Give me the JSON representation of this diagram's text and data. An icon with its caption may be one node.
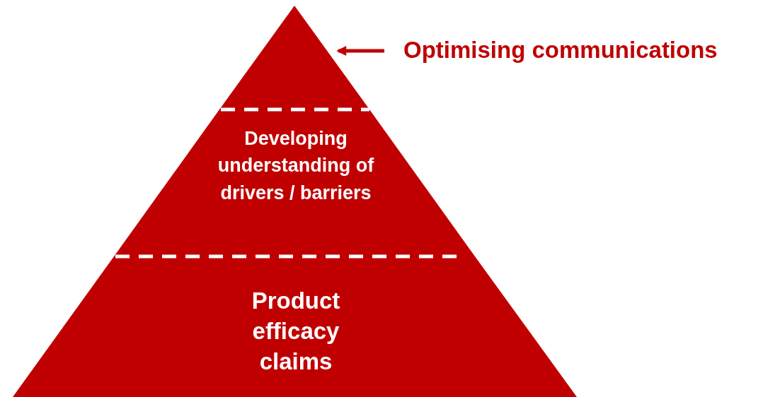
{
  "diagram": {
    "nodes": [
      {
        "text": [],
        "shape": "triangle"
      },
      {
        "text": [
          "Optimising communications"
        ]
      },
      {
        "text": [
          "Developing understanding of drivers / barriers"
        ]
      },
      {
        "text": [
          "Product efficacy claims"
        ]
      }
    ],
    "edges": [
      {
        "from": 1,
        "to": 0,
        "arrow": "to"
      }
    ]
  }
}
